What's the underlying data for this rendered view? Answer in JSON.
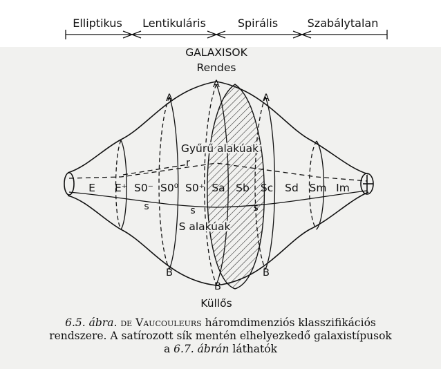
{
  "categories": [
    "Elliptikus",
    "Lentikuláris",
    "Spirális",
    "Szabálytalan"
  ],
  "title": "GALAXISOK",
  "top_label": "Rendes",
  "bottom_label": "Küllős",
  "vertex_top": "A",
  "vertex_bottom": "B",
  "families": {
    "ring": "Gyűrű alakúak",
    "s_shaped": "S alakúak",
    "s_mark": "s",
    "r_mark": "r"
  },
  "stages": [
    "E",
    "E⁺",
    "S0⁻",
    "S0⁰",
    "S0⁺",
    "Sa",
    "Sb",
    "Sc",
    "Sd",
    "Sm",
    "Im"
  ],
  "caption": {
    "fig_number": "6.5. ábra.",
    "de": "de",
    "author": "Vaucouleurs",
    "line1_rest": " háromdimenziós klasszifikációs",
    "line2": "rendszere. A satírozott sík mentén elhelyezkedő galaxistípusok",
    "line3_pre": "a ",
    "line3_ref": "6.7. ábrán",
    "line3_post": " láthatók"
  }
}
